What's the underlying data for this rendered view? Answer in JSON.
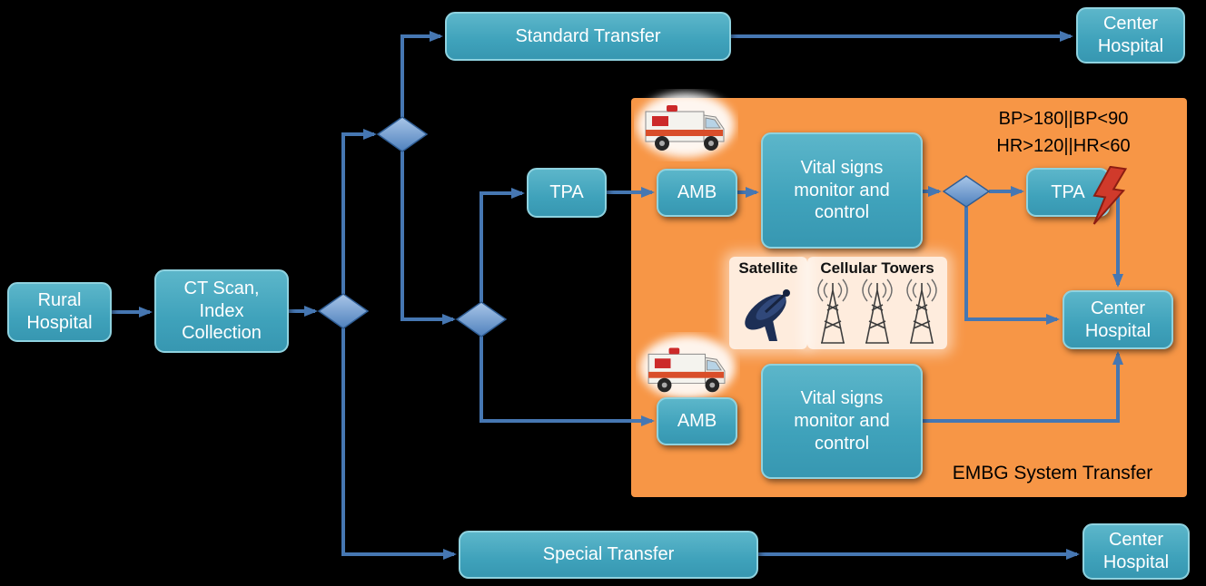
{
  "nodes": {
    "rural_hospital": "Rural Hospital",
    "ct_scan": "CT Scan, Index Collection",
    "standard_transfer": "Standard Transfer",
    "center_hospital_top": "Center Hospital",
    "tpa_branch": "TPA",
    "amb_top": "AMB",
    "vitals_top": "Vital signs monitor and control",
    "tpa_alert": "TPA",
    "center_hospital_embg": "Center Hospital",
    "amb_bottom": "AMB",
    "vitals_bottom": "Vital signs monitor and control",
    "special_transfer": "Special Transfer",
    "center_hospital_bottom": "Center Hospital"
  },
  "embg_panel": {
    "title": "EMBG System Transfer",
    "conditions": [
      "BP>180||BP<90",
      "HR>120||HR<60"
    ],
    "satellite_label": "Satellite",
    "cellular_towers_label": "Cellular Towers"
  },
  "colors": {
    "node_fill": "#45A8C0",
    "node_border": "#8FD2DF",
    "connector": "#4677B2",
    "panel": "#F79646",
    "background": "#000000"
  }
}
